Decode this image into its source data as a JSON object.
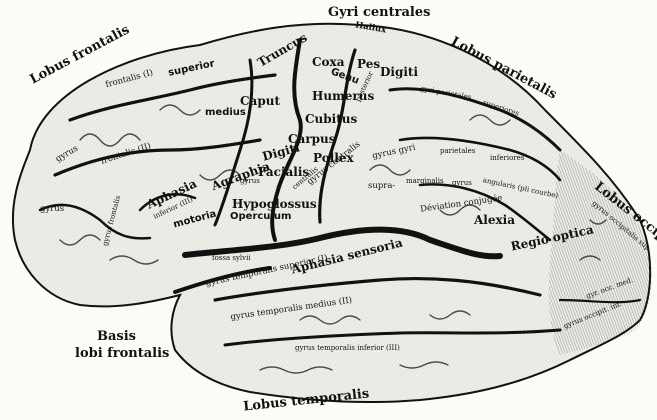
{
  "labels": {
    "gyri_centrales": "Gyri centrales",
    "hallux": "Hallux",
    "lobus_frontalis": "Lobus frontalis",
    "lobus_parietalis": "Lobus parietalis",
    "lobus_occipitalis": "Lobus occipitalis",
    "lobus_temporalis": "Lobus temporalis",
    "basis": "Basis",
    "lobi_frontalis": "lobi frontalis",
    "truncus": "Truncus",
    "coxa": "Coxa",
    "genu": "Genu",
    "pes": "Pes",
    "digiti_top": "Digiti",
    "superior_top": "superior",
    "frontalis_i": "frontalis (I)",
    "frontalis_ii": "frontalis (II)",
    "medius": "medius",
    "caput": "Caput",
    "humerus": "Humerus",
    "cubitus": "Cubitus",
    "carpus": "Carpus",
    "pollex": "Pollex",
    "digiti_mid": "Digiti",
    "facialis": "Facialis",
    "agraphia": "Agraphia",
    "aphasia": "Aphasia",
    "inferior_iii": "inferior (III)",
    "motoria": "motoria",
    "gyrus_frontalis": "gyrus frontalis",
    "hypoglossus": "Hypoglossus",
    "operculum": "Operculum",
    "gyrus_left1": "gyrus",
    "gyrus_left2": "gyrus",
    "gyrus_central_small": "gyrus",
    "centralis_small": "centralis",
    "gyrus_centralis": "gyrus centralis",
    "posterior": "posterior",
    "gyri_parietales_top": "gyri parietales",
    "superiores": "superiores",
    "gyrus_gyri": "gyrus   gyri",
    "parietales": "parietales",
    "inferiores": "inferiores",
    "supra": "supra-",
    "marginalis": "marginalis",
    "gyrus_ang": "gyrus",
    "angularis": "angularis (pli courbe)",
    "deviation": "Déviation conjugée",
    "alexia": "Alexia",
    "regio_optica": "Regio optica",
    "gyrus_occipitalis": "gyrus occipitalis sup.",
    "gyr_occ_med": "gyr. occ. med.",
    "gyrus_occipitalis_inf": "gyrus occipit. inf.",
    "fossa_sylvii": "fossa sylvii",
    "gyrus_temporalis_sup": "gyrus temporalis superior (I)",
    "aphasia_sensoria": "Aphasia sensoria",
    "gyrus_temporalis_med": "gyrus temporalis medius (II)",
    "gyrus_temporalis_inf": "gyrus temporalis inferior (III)"
  },
  "colors": {
    "ink": "#111111",
    "paper": "#fbfbf8",
    "cortex": "#efefea",
    "shade": "#2a2a2a"
  }
}
